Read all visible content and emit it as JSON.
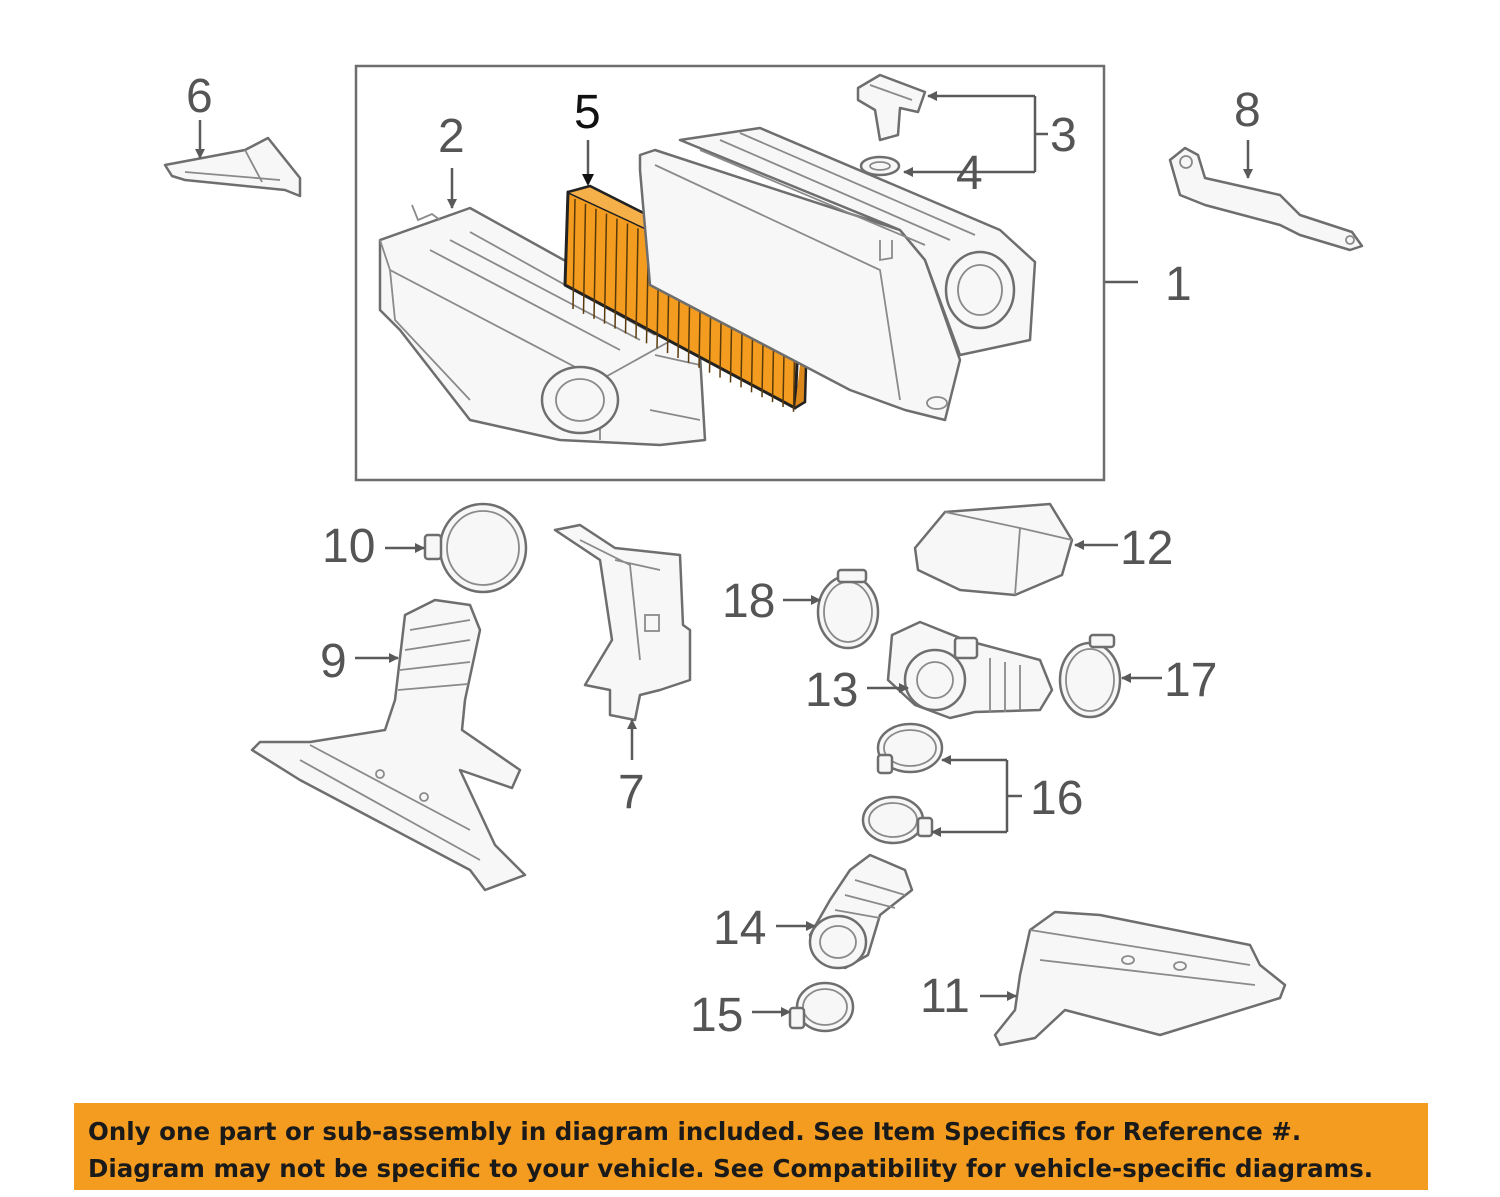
{
  "callouts": {
    "c1": "1",
    "c2": "2",
    "c3": "3",
    "c4": "4",
    "c5": "5",
    "c6": "6",
    "c7": "7",
    "c8": "8",
    "c9": "9",
    "c10": "10",
    "c11": "11",
    "c12": "12",
    "c13": "13",
    "c14": "14",
    "c15": "15",
    "c16": "16",
    "c17": "17",
    "c18": "18"
  },
  "highlight": {
    "part": "5",
    "color": "#f39c1f"
  },
  "disclaimer": {
    "line1": "Only one part or sub-assembly in diagram included. See Item Specifics for Reference #.",
    "line2": "Diagram may not be specific to your vehicle. See Compatibility for vehicle-specific diagrams.",
    "background": "#f39c1f"
  }
}
